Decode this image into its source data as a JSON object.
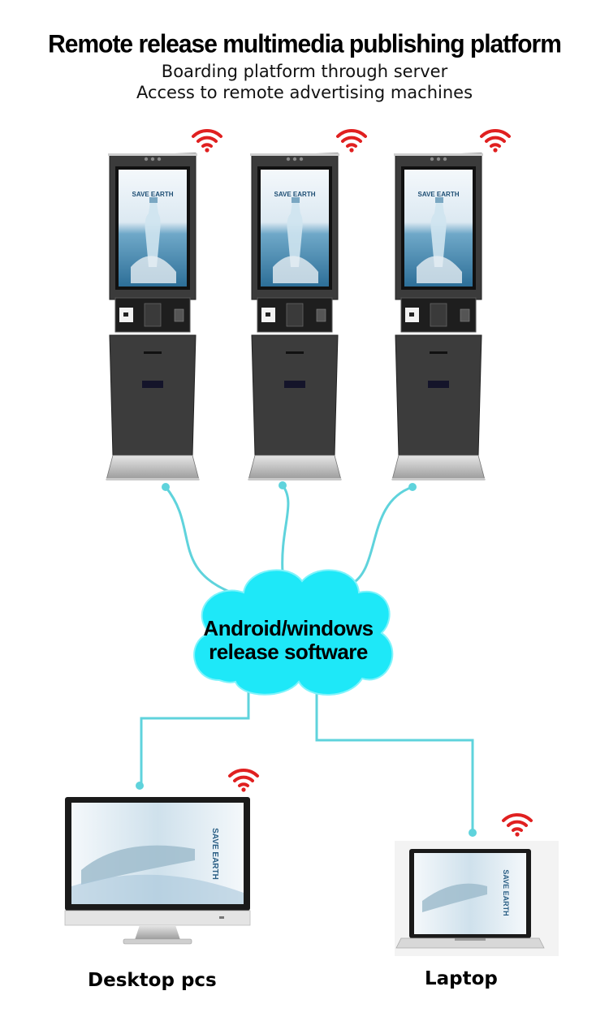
{
  "header": {
    "title": "Remote release multimedia publishing platform",
    "subtitle_line1": "Boarding platform through server",
    "subtitle_line2": "Access to remote advertising machines"
  },
  "kiosks": [
    {
      "screen_text": "SAVE EARTH"
    },
    {
      "screen_text": "SAVE EARTH"
    },
    {
      "screen_text": "SAVE EARTH"
    }
  ],
  "cloud": {
    "line1": "Android/windows",
    "line2": "release software"
  },
  "devices": {
    "desktop_label": "Desktop pcs",
    "desktop_screen_text": "SAVE EARTH",
    "laptop_label": "Laptop",
    "laptop_screen_text": "SAVE EARTH"
  },
  "colors": {
    "connector": "#5fd3dc",
    "cloud_fill": "#1ee8f8",
    "wifi": "#e02020",
    "kiosk_body": "#3a3a3a"
  }
}
